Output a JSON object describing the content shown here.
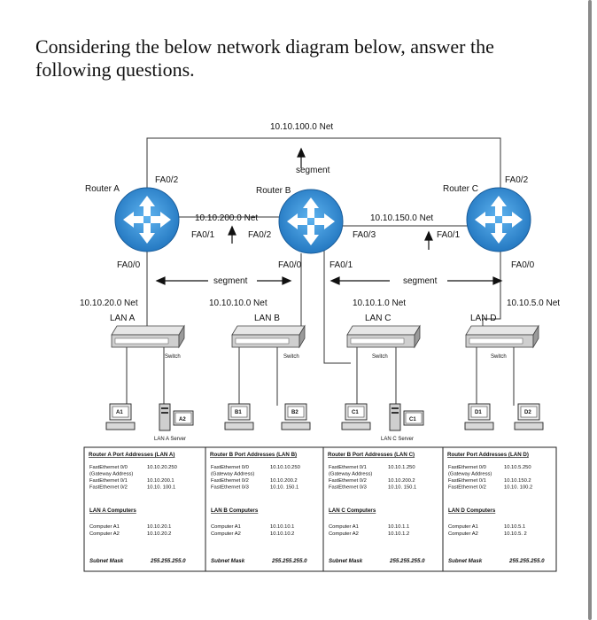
{
  "question": {
    "text": "Considering the below network diagram below, answer the following questions."
  },
  "labels": {
    "net_100": "10.10.100.0 Net",
    "segment_top": "segment",
    "router_a": "Router A",
    "router_b": "Router B",
    "router_c": "Router C",
    "a_fa02": "FA0/2",
    "a_fa01": "FA0/1",
    "a_fa00": "FA0/0",
    "b_fa02": "FA0/2",
    "b_fa00": "FA0/0",
    "b_fa01": "FA0/1",
    "b_fa03": "FA0/3",
    "c_fa02": "FA0/2",
    "c_fa01": "FA0/1",
    "c_fa00": "FA0/0",
    "net_200": "10.10.200.0 Net",
    "net_150": "10.10.150.0 Net",
    "segment_left": "segment",
    "segment_right": "segment",
    "net_20": "10.10.20.0 Net",
    "net_10": "10.10.10.0 Net",
    "net_1": "10.10.1.0 Net",
    "net_5": "10.10.5.0 Net",
    "lan_a": "LAN A",
    "lan_b": "LAN B",
    "lan_c": "LAN C",
    "lan_d": "LAN D",
    "switch": "Switch",
    "pc_a1": "A1",
    "pc_a2": "A2",
    "pc_b1": "B1",
    "pc_b2": "B2",
    "pc_c1": "C1",
    "pc_c1b": "C1",
    "pc_d1": "D1",
    "pc_d2": "D2",
    "server_a": "LAN A Server",
    "server_c": "LAN C Server"
  },
  "tables": [
    {
      "title": "Router A  Port Addresses (LAN A)",
      "ports": [
        [
          "FastEthernet 0/0",
          "10.10.20.250"
        ],
        [
          "(Gateway Address)",
          ""
        ],
        [
          "FastEthernet 0/1",
          "10.10.200.1"
        ],
        [
          "FastEthernet 0/2",
          "10.10. 100.1"
        ]
      ],
      "computers_title": "LAN A Computers",
      "computers": [
        [
          "Computer A1",
          "10.10.20.1"
        ],
        [
          "Computer A2",
          "10.10.20.2"
        ]
      ],
      "mask_label": "Subnet Mask",
      "mask": "255.255.255.0"
    },
    {
      "title": "Router B Port Addresses (LAN B)",
      "ports": [
        [
          "FastEthernet 0/0",
          "10.10.10.250"
        ],
        [
          "(Gateway Address)",
          ""
        ],
        [
          "FastEthernet 0/2",
          "10.10.200.2"
        ],
        [
          "FastEthernet 0/3",
          "10.10. 150.1"
        ]
      ],
      "computers_title": "LAN B Computers",
      "computers": [
        [
          "Computer A1",
          "10.10.10.1"
        ],
        [
          "Computer A2",
          "10.10.10.2"
        ]
      ],
      "mask_label": "Subnet Mask",
      "mask": "255.255.255.0"
    },
    {
      "title": "Router B Port Addresses (LAN C)",
      "ports": [
        [
          "FastEthernet 0/1",
          "10.10.1.250"
        ],
        [
          "(Gateway Address)",
          ""
        ],
        [
          "FastEthernet 0/2",
          "10.10.200.2"
        ],
        [
          "FastEthernet 0/3",
          "10.10. 150.1"
        ]
      ],
      "computers_title": "LAN C Computers",
      "computers": [
        [
          "Computer A1",
          "10.10.1.1"
        ],
        [
          "Computer A2",
          "10.10.1.2"
        ]
      ],
      "mask_label": "Subnet Mask",
      "mask": "255.255.255.0"
    },
    {
      "title": "Router Port Addresses (LAN D)",
      "ports": [
        [
          "FastEthernet 0/0",
          "10.10.5.250"
        ],
        [
          "(Gateway Address)",
          ""
        ],
        [
          "FastEthernet 0/1",
          "10.10.150.2"
        ],
        [
          "FastEthernet 0/2",
          "10.10. 100.2"
        ]
      ],
      "computers_title": "LAN D Computers",
      "computers": [
        [
          "Computer A1",
          "10.10.5.1"
        ],
        [
          "Computer A2",
          "10.10.5. 2"
        ]
      ],
      "mask_label": "Subnet Mask",
      "mask": "255.255.255.0"
    }
  ]
}
